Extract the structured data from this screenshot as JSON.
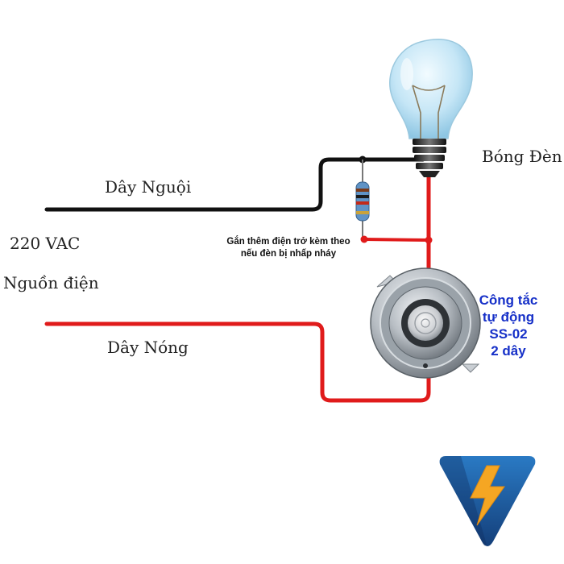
{
  "labels": {
    "neutral_wire": "Dây Nguội",
    "live_wire": "Dây Nóng",
    "voltage": "220 VAC",
    "power_source": "Nguồn điện",
    "bulb": "Bóng Đèn",
    "resistor_note_line1": "Gắn thêm điện trở kèm theo",
    "resistor_note_line2": "nếu đèn bị nhấp nháy",
    "switch_line1": "Công tắc",
    "switch_line2": "tự động",
    "switch_line3": "SS-02",
    "switch_line4": "2 dây"
  },
  "colors": {
    "neutral_wire": "#111111",
    "live_wire": "#e01b1b",
    "switch_text": "#1630c8",
    "logo_blue": "#1f5fa8",
    "logo_bolt": "#f5a623"
  },
  "icons": {
    "bulb": "light-bulb-icon",
    "resistor": "resistor-icon",
    "sensor": "motion-sensor-icon",
    "logo": "lightning-logo-icon"
  }
}
